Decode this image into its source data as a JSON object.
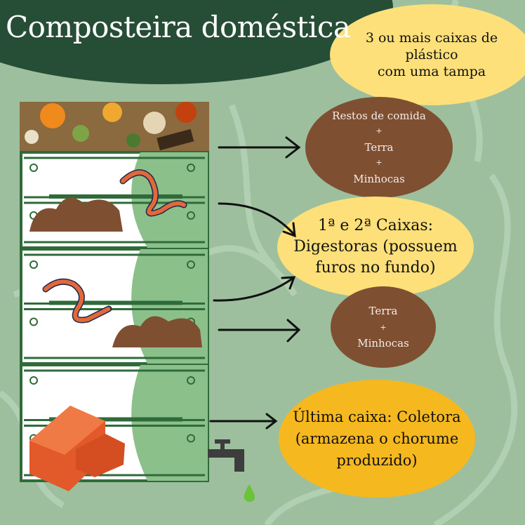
{
  "title": "Composteira doméstica",
  "colors": {
    "background": "#9dbf9e",
    "title_blob": "#264d36",
    "yellow": "#fde07a",
    "brown": "#7f4f32",
    "orange": "#f6b81f",
    "box_green": "#2f6b3a"
  },
  "bubbles": {
    "boxes": [
      "3 ou mais caixas de",
      "plástico",
      "com uma tampa"
    ],
    "first_layer": [
      "Restos de comida",
      "+",
      "Terra",
      "+",
      "Minhocas"
    ],
    "digesters": [
      "1ª e 2ª Caixas:",
      "Digestoras (possuem",
      "furos no fundo)"
    ],
    "second_layer": [
      "Terra",
      "+",
      "Minhocas"
    ],
    "collector": [
      "Última caixa: Coletora",
      "(armazena o chorume",
      "produzido)"
    ]
  }
}
